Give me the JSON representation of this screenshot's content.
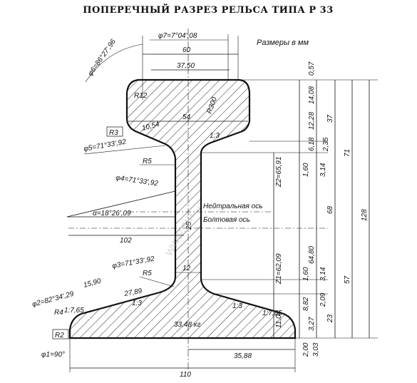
{
  "title": "ПОПЕРЕЧНЫЙ РАЗРЕЗ РЕЛЬСА ТИПА Р 33",
  "units_note": "Размеры в мм",
  "axes": {
    "neutral": "Нейтральная ось",
    "bolt": "Болтовая ось"
  },
  "area_label": "33,48 кг",
  "angles": {
    "phi7": "φ7=7°04',08",
    "phi6": "φ6=86°27',96",
    "phi5": "φ5=71°33',92",
    "phi4": "φ4=71°33',92",
    "phi3": "φ3=71°33',92",
    "phi2": "φ2=82°34',29",
    "phi1": "φ1=90°",
    "alpha": "α=18°26',09"
  },
  "radii": {
    "r300": "R300",
    "r12": "R12",
    "r3": "R3",
    "r5a": "R5",
    "r5b": "R5",
    "r4": "R4",
    "r2": "R2"
  },
  "top_dims": {
    "d60": "60",
    "d3750": "37,50",
    "d54": "54",
    "d1054": "10,54",
    "d102": "102",
    "d25": "25",
    "d12": "12",
    "d1590": "15,90",
    "d2789": "27,89",
    "d3588": "35,88",
    "d110": "110"
  },
  "slopes": {
    "s13a": "1:3",
    "s13b": "1:3",
    "s13c": "1:3",
    "s1765a": "1:7,65",
    "s1765b": "1:7,65"
  },
  "right_dims": {
    "d057": "0,57",
    "d1408": "14,08",
    "d1228": "12,28",
    "d618": "6,18",
    "d235": "2,35",
    "d160a": "1,60",
    "d314a": "3,14",
    "z2": "Z2=65,91",
    "z1": "Z1=62,09",
    "d160b": "1,60",
    "d314b": "3,14",
    "d882": "8,82",
    "d209": "2,09",
    "d1104": "11,04",
    "d327": "3,27",
    "d200": "2,00",
    "d303": "3,03",
    "d6480": "64,80",
    "d37": "37",
    "d71": "71",
    "d68": "68",
    "d57": "57",
    "d23": "23",
    "d128": "128"
  },
  "watermark": "www.sur..."
}
